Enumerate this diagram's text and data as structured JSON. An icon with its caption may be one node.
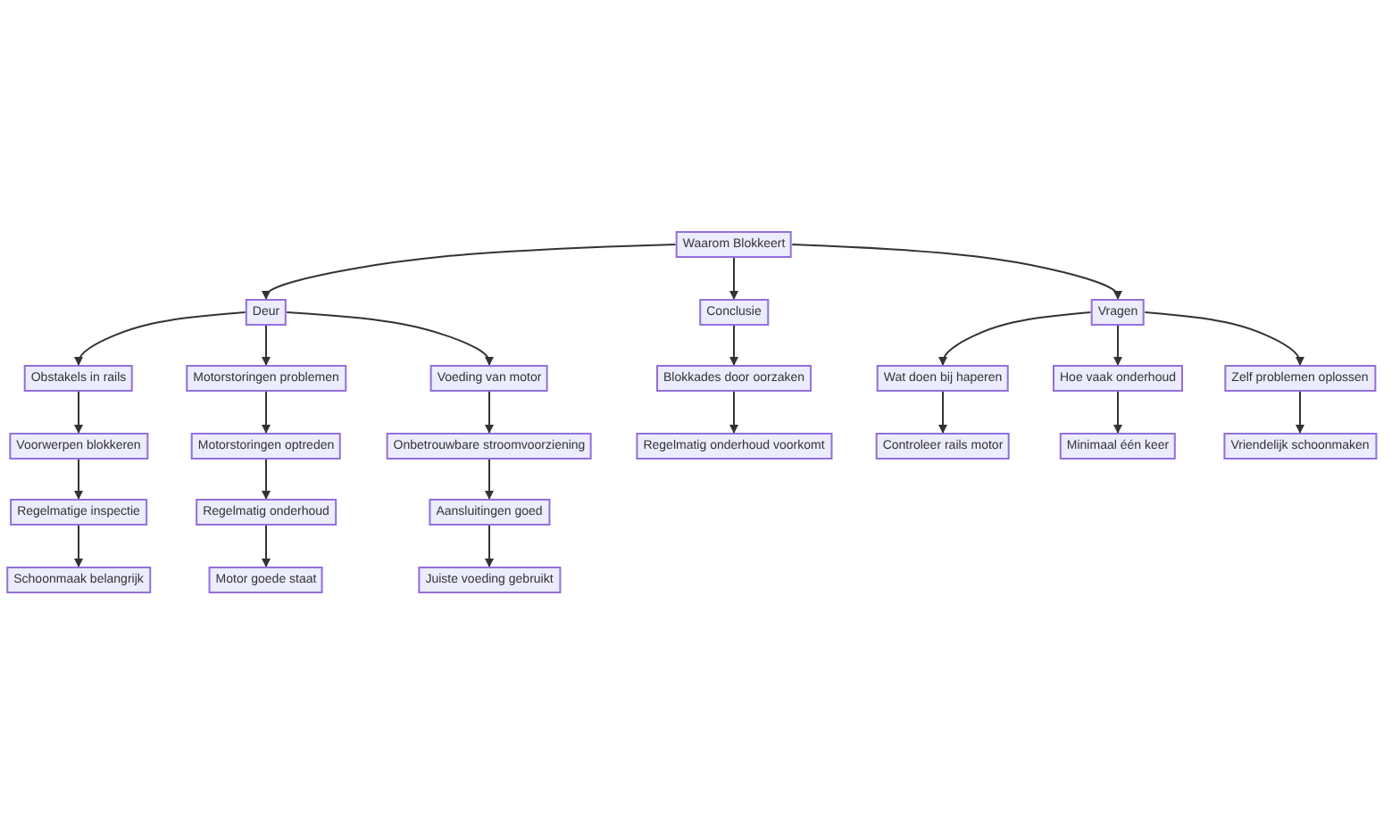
{
  "diagram": {
    "nodes": [
      {
        "text": [
          "Waarom Blokkeert"
        ]
      },
      {
        "text": [
          "Deur"
        ]
      },
      {
        "text": [
          "Conclusie"
        ]
      },
      {
        "text": [
          "Vragen"
        ]
      },
      {
        "text": [
          "Obstakels in rails"
        ]
      },
      {
        "text": [
          "Motorstoringen problemen"
        ]
      },
      {
        "text": [
          "Voeding van motor"
        ]
      },
      {
        "text": [
          "Voorwerpen blokkeren"
        ]
      },
      {
        "text": [
          "Regelmatige inspectie"
        ]
      },
      {
        "text": [
          "Schoonmaak belangrijk"
        ]
      },
      {
        "text": [
          "Motorstoringen optreden"
        ]
      },
      {
        "text": [
          "Regelmatig onderhoud"
        ]
      },
      {
        "text": [
          "Motor goede staat"
        ]
      },
      {
        "text": [
          "Onbetrouwbare stroomvoorziening"
        ]
      },
      {
        "text": [
          "Aansluitingen goed"
        ]
      },
      {
        "text": [
          "Juiste voeding gebruikt"
        ]
      },
      {
        "text": [
          "Blokkades door oorzaken"
        ]
      },
      {
        "text": [
          "Regelmatig onderhoud voorkomt"
        ]
      },
      {
        "text": [
          "Wat doen bij haperen"
        ]
      },
      {
        "text": [
          "Hoe vaak onderhoud"
        ]
      },
      {
        "text": [
          "Zelf problemen oplossen"
        ]
      },
      {
        "text": [
          "Controleer rails motor"
        ]
      },
      {
        "text": [
          "Minimaal één keer"
        ]
      },
      {
        "text": [
          "Vriendelijk schoonmaken"
        ]
      }
    ],
    "edges": [
      {
        "from": 0,
        "to": 1,
        "arrow": "to"
      },
      {
        "from": 0,
        "to": 2,
        "arrow": "to"
      },
      {
        "from": 0,
        "to": 3,
        "arrow": "to"
      },
      {
        "from": 1,
        "to": 4,
        "arrow": "to"
      },
      {
        "from": 1,
        "to": 5,
        "arrow": "to"
      },
      {
        "from": 1,
        "to": 6,
        "arrow": "to"
      },
      {
        "from": 4,
        "to": 7,
        "arrow": "to"
      },
      {
        "from": 7,
        "to": 8,
        "arrow": "to"
      },
      {
        "from": 8,
        "to": 9,
        "arrow": "to"
      },
      {
        "from": 5,
        "to": 10,
        "arrow": "to"
      },
      {
        "from": 10,
        "to": 11,
        "arrow": "to"
      },
      {
        "from": 11,
        "to": 12,
        "arrow": "to"
      },
      {
        "from": 6,
        "to": 13,
        "arrow": "to"
      },
      {
        "from": 13,
        "to": 14,
        "arrow": "to"
      },
      {
        "from": 14,
        "to": 15,
        "arrow": "to"
      },
      {
        "from": 2,
        "to": 16,
        "arrow": "to"
      },
      {
        "from": 16,
        "to": 17,
        "arrow": "to"
      },
      {
        "from": 3,
        "to": 18,
        "arrow": "to"
      },
      {
        "from": 3,
        "to": 19,
        "arrow": "to"
      },
      {
        "from": 3,
        "to": 20,
        "arrow": "to"
      },
      {
        "from": 18,
        "to": 21,
        "arrow": "to"
      },
      {
        "from": 19,
        "to": 22,
        "arrow": "to"
      },
      {
        "from": 20,
        "to": 23,
        "arrow": "to"
      }
    ]
  }
}
